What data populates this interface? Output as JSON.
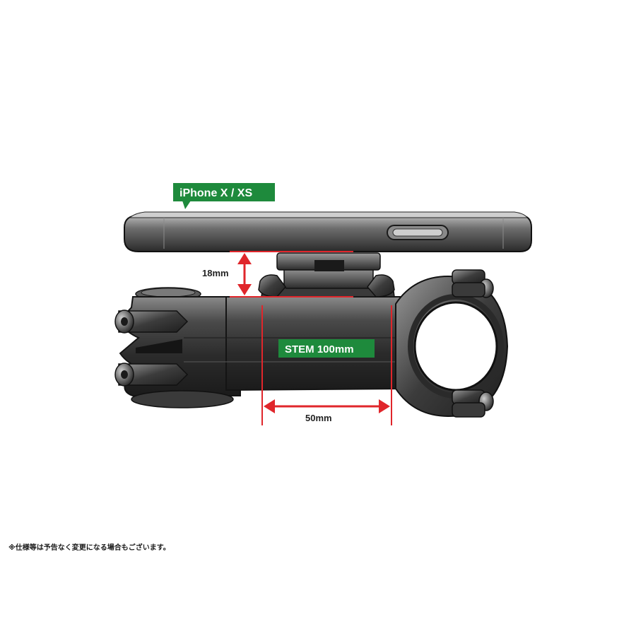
{
  "phone_label": "iPhone X / XS",
  "stem_label": "STEM 100mm",
  "height_label": "18mm",
  "width_label": "50mm",
  "footnote": "※仕様等は予告なく変更になる場合もございます。",
  "colors": {
    "callout_green": "#1e8a3c",
    "dimension_red": "#e0262b",
    "product_dark": "#2f2f2f"
  }
}
